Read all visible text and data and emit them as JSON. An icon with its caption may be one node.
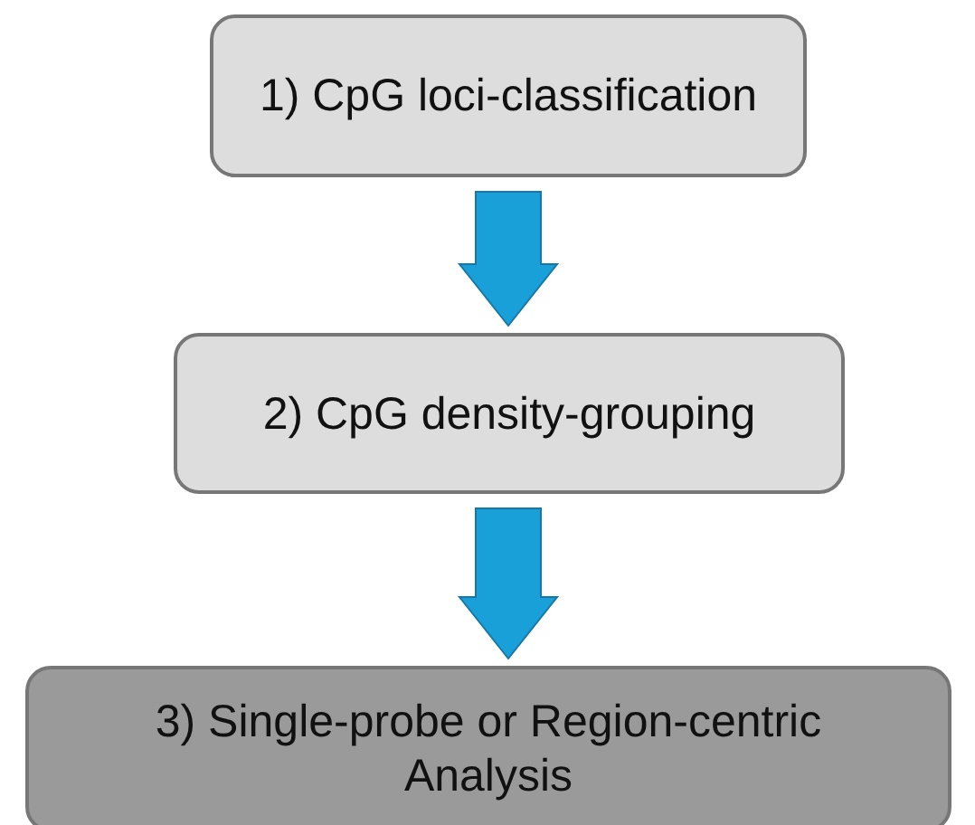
{
  "diagram": {
    "nodes": [
      {
        "text": [
          "1) CpG loci-classification"
        ]
      },
      {
        "text": [
          "2) CpG density-grouping"
        ]
      },
      {
        "text": [
          "3) Single-probe or Region-centric Analysis"
        ]
      }
    ],
    "edges": [
      {
        "from": 0,
        "to": 1,
        "arrow": "to"
      },
      {
        "from": 1,
        "to": 2,
        "arrow": "to"
      }
    ]
  }
}
